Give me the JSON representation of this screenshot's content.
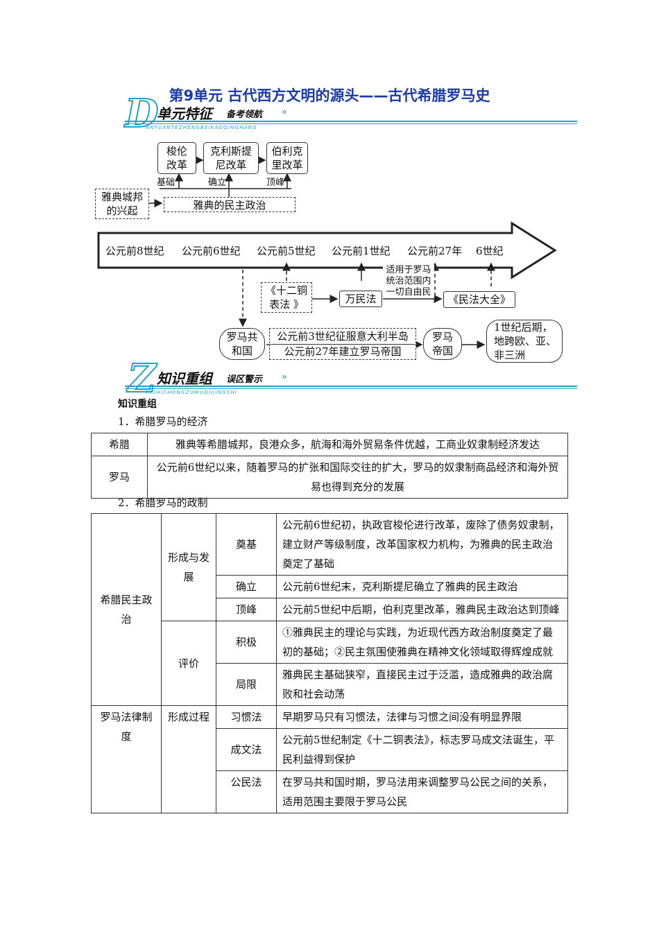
{
  "title": "第9单元  古代西方文明的源头——古代希腊罗马史",
  "banner1": {
    "letter": "D",
    "main": "单元特征",
    "sub": "备考领航",
    "pinyin": "ANYUANTEZHENGBEIKAOQINGHANG",
    "chevrons": "»"
  },
  "banner2": {
    "letter": "Z",
    "main": "知识重组",
    "sub": "误区警示",
    "pinyin": "HISHICHONGZUWUQUJINGSHI",
    "chevrons": "»"
  },
  "diagram": {
    "reforms": [
      "梭伦改革",
      "克利斯提尼改革",
      "伯利克里改革"
    ],
    "reform_lines": [
      [
        "梭伦",
        "改革"
      ],
      [
        "克利斯提",
        "尼改革"
      ],
      [
        "伯利克",
        "里改革"
      ]
    ],
    "reform_labels": [
      "基础",
      "确立",
      "顶峰"
    ],
    "rise": [
      "雅典城邦",
      "的兴起"
    ],
    "democracy": "雅典的民主政治",
    "timeline": [
      "公元前8世纪",
      "公元前6世纪",
      "公元前5世纪",
      "公元前1世纪",
      "公元前27年",
      "6世纪"
    ],
    "twelve_tables": [
      "《十二铜",
      "表法 》"
    ],
    "jus_gentium": "万民法",
    "jus_note": [
      "适用于罗马",
      "统治范围内",
      "一切自由民"
    ],
    "corpus": "《民法大全》",
    "republic": [
      "罗马共",
      "和国"
    ],
    "events": [
      "公元前3世纪征服意大利半岛",
      "公元前27年建立罗马帝国"
    ],
    "empire": [
      "罗马",
      "帝国"
    ],
    "extent": [
      "1世纪后期，",
      "地跨欧、亚、",
      "非三洲"
    ]
  },
  "section_title": "知识重组",
  "economy": {
    "heading": "1．希腊罗马的经济",
    "rows": [
      {
        "name": "希腊",
        "text": "雅典等希腊城邦，良港众多，航海和海外贸易条件优越，工商业奴隶制经济发达"
      },
      {
        "name": "罗马",
        "text": "公元前6世纪以来，随着罗马的扩张和国际交往的扩大，罗马的奴隶制商品经济和海外贸易也得到充分的发展"
      }
    ]
  },
  "politics": {
    "heading": "2．希腊罗马的政制",
    "greek": {
      "name": "希腊民主政治",
      "formation": {
        "name": "形成与发展",
        "rows": [
          {
            "k": "奠基",
            "v": "公元前6世纪初，执政官梭伦进行改革，废除了债务奴隶制，建立财产等级制度，改革国家权力机构，为雅典的民主政治奠定了基础"
          },
          {
            "k": "确立",
            "v": "公元前6世纪末，克利斯提尼确立了雅典的民主政治"
          },
          {
            "k": "顶峰",
            "v": "公元前5世纪中后期，伯利克里改革，雅典民主政治达到顶峰"
          }
        ]
      },
      "evaluation": {
        "name": "评价",
        "rows": [
          {
            "k": "积极",
            "v": "①雅典民主的理论与实践，为近现代西方政治制度奠定了最初的基础；②民主氛围使雅典在精神文化领域取得辉煌成就"
          },
          {
            "k": "局限",
            "v": "雅典民主基础狭窄，直接民主过于泛滥，造成雅典的政治腐败和社会动荡"
          }
        ]
      }
    },
    "roman": {
      "name": "罗马法律制度",
      "process": {
        "name": "形成过程",
        "rows": [
          {
            "k": "习惯法",
            "v": "早期罗马只有习惯法，法律与习惯之间没有明显界限"
          },
          {
            "k": "成文法",
            "v": "公元前5世纪制定《十二铜表法》，标志罗马成文法诞生，平民利益得到保护"
          },
          {
            "k": "公民法",
            "v": "在罗马共和国时期，罗马法用来调整罗马公民之间的关系，适用范围主要限于罗马公民"
          }
        ]
      }
    }
  }
}
